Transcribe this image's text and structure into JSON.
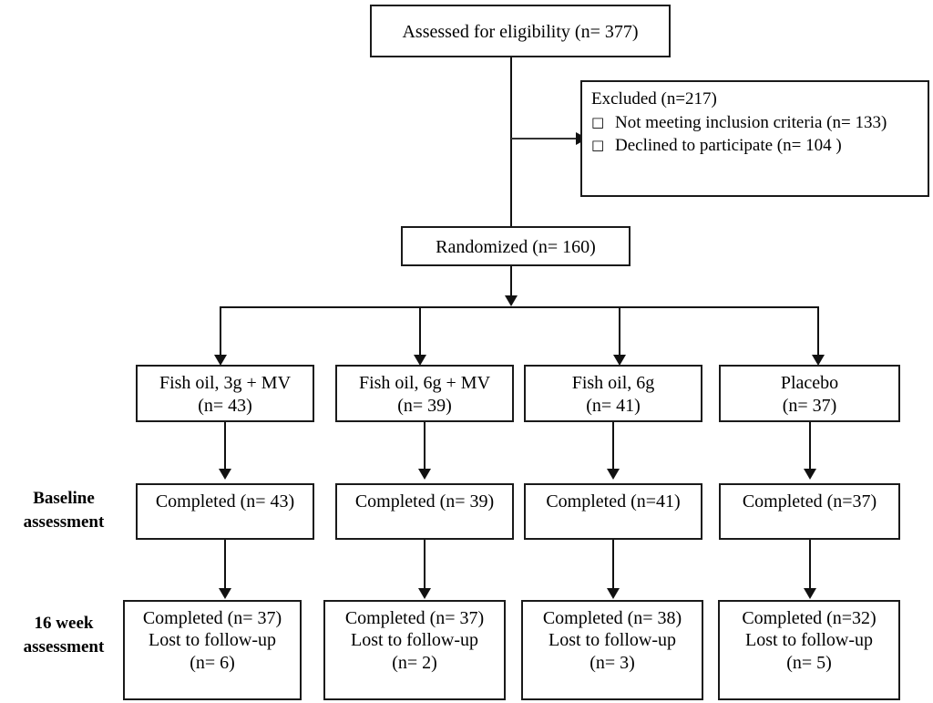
{
  "diagram": {
    "title": "CONSORT participant flow diagram",
    "type": "flowchart",
    "row_labels": {
      "baseline": {
        "line1": "Baseline",
        "line2": "assessment"
      },
      "week16": {
        "line1": "16 week",
        "line2": "assessment"
      }
    },
    "nodes": {
      "assessed": {
        "text": "Assessed for eligibility (n= 377)"
      },
      "excluded": {
        "heading": "Excluded (n=217)",
        "bullet_glyph": "□",
        "items": [
          "Not meeting inclusion criteria (n= 133)",
          "Declined to participate (n= 104 )"
        ]
      },
      "randomized": {
        "text": "Randomized (n= 160)"
      },
      "groups": [
        {
          "line1": "Fish oil, 3g + MV",
          "line2": "(n= 43)"
        },
        {
          "line1": "Fish oil, 6g + MV",
          "line2": "(n= 39)"
        },
        {
          "line1": "Fish oil, 6g",
          "line2": "(n= 41)"
        },
        {
          "line1": "Placebo",
          "line2": "(n= 37)"
        }
      ],
      "baseline": [
        {
          "line1": "Completed (n= 43)"
        },
        {
          "line1": "Completed (n= 39)"
        },
        {
          "line1": "Completed (n=41)"
        },
        {
          "line1": "Completed (n=37)"
        }
      ],
      "week16": [
        {
          "line1": "Completed (n= 37)",
          "line2": "Lost to follow-up",
          "line3": "(n= 6)"
        },
        {
          "line1": "Completed (n= 37)",
          "line2": "Lost to follow-up",
          "line3": "(n= 2)"
        },
        {
          "line1": "Completed (n= 38)",
          "line2": "Lost to follow-up",
          "line3": "(n= 3)"
        },
        {
          "line1": "Completed (n=32)",
          "line2": "Lost to follow-up",
          "line3": "(n= 5)"
        }
      ]
    },
    "colors": {
      "stroke": "#111111",
      "background": "#ffffff",
      "text": "#000000"
    }
  }
}
